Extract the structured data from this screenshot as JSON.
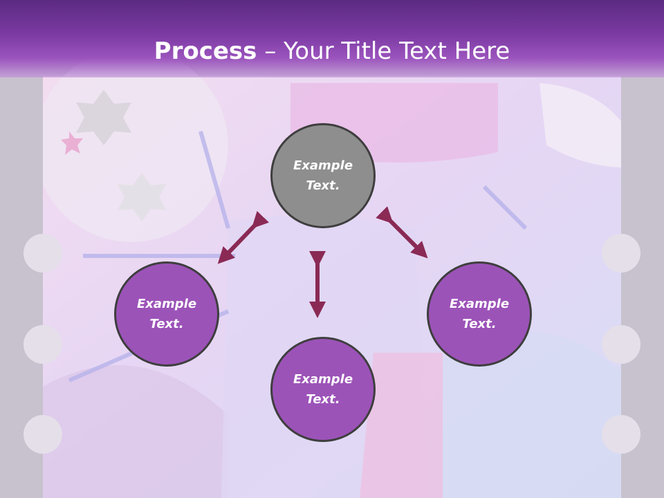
{
  "slide": {
    "title_bold": "Process",
    "title_dash": " – ",
    "title_rest": "Your Title Text Here"
  },
  "nodes": {
    "top": {
      "label": "Example Text."
    },
    "left": {
      "label": "Example Text."
    },
    "bottom": {
      "label": "Example Text."
    },
    "right": {
      "label": "Example Text."
    }
  },
  "colors": {
    "title_bar": "#7c3aa3",
    "node_primary": "#8e8e8e",
    "node_secondary": "#9c53b8",
    "arrow": "#8a2a55"
  }
}
